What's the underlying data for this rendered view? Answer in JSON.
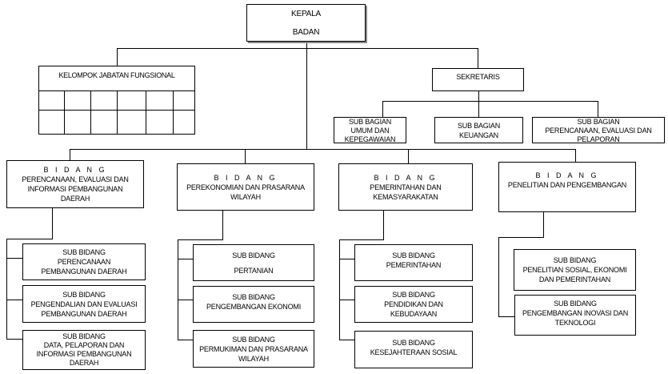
{
  "kepala": {
    "line1": "KEPALA",
    "line2": "BADAN"
  },
  "fungsional": {
    "title": "KELOMPOK JABATAN FUNGSIONAL",
    "rows": 2,
    "cols": 6
  },
  "sekretaris": {
    "title": "SEKRETARIS"
  },
  "sub_bagian": [
    {
      "lines": [
        "SUB BAGIAN",
        "UMUM DAN",
        "KEPEGAWAIAN"
      ]
    },
    {
      "lines": [
        "SUB BAGIAN",
        "KEUANGAN"
      ]
    },
    {
      "lines": [
        "SUB BAGIAN",
        "PERENCANAAN, EVALUASI DAN",
        "PELAPORAN"
      ]
    }
  ],
  "bidang": [
    {
      "heading": "B I D A N G",
      "lines": [
        "PERENCANAAN, EVALUASI DAN",
        "INFORMASI PEMBANGUNAN",
        "DAERAH"
      ],
      "sub": [
        {
          "lines": [
            "SUB BIDANG",
            "PERENCANAAN",
            "PEMBANGUNAN DAERAH"
          ]
        },
        {
          "lines": [
            "SUB BIDANG",
            "PENGENDALIAN DAN EVALUASI",
            "PEMBANGUNAN DAERAH"
          ]
        },
        {
          "lines": [
            "SUB BIDANG",
            "DATA, PELAPORAN DAN",
            "INFORMASI PEMBANGUNAN",
            "DAERAH"
          ]
        }
      ]
    },
    {
      "heading": "B I D A N G",
      "lines": [
        "PEREKONOMIAN DAN PRASARANA",
        "WILAYAH"
      ],
      "sub": [
        {
          "lines": [
            "SUB BIDANG",
            "PERTANIAN"
          ]
        },
        {
          "lines": [
            "SUB BIDANG",
            "PENGEMBANGAN EKONOMI"
          ]
        },
        {
          "lines": [
            "SUB BIDANG",
            "PERMUKIMAN DAN PRASARANA",
            "WILAYAH"
          ]
        }
      ]
    },
    {
      "heading": "B I D A N G",
      "lines": [
        "PEMERINTAHAN DAN",
        "KEMASYARAKATAN"
      ],
      "sub": [
        {
          "lines": [
            "SUB BIDANG",
            "PEMERINTAHAN"
          ]
        },
        {
          "lines": [
            "SUB BIDANG",
            "PENDIDIKAN DAN",
            "KEBUDAYAAN"
          ]
        },
        {
          "lines": [
            "SUB BIDANG",
            "KESEJAHTERAAN SOSIAL"
          ]
        }
      ]
    },
    {
      "heading": "B I D A N G",
      "lines": [
        "PENELITIAN DAN PENGEMBANGAN"
      ],
      "sub": [
        {
          "lines": [
            "SUB BIDANG",
            "PENELITIAN SOSIAL, EKONOMI",
            "DAN PEMERINTAHAN"
          ]
        },
        {
          "lines": [
            "SUB BIDANG",
            "PENGEMBANGAN INOVASI DAN",
            "TEKNOLOGI"
          ]
        }
      ]
    }
  ]
}
